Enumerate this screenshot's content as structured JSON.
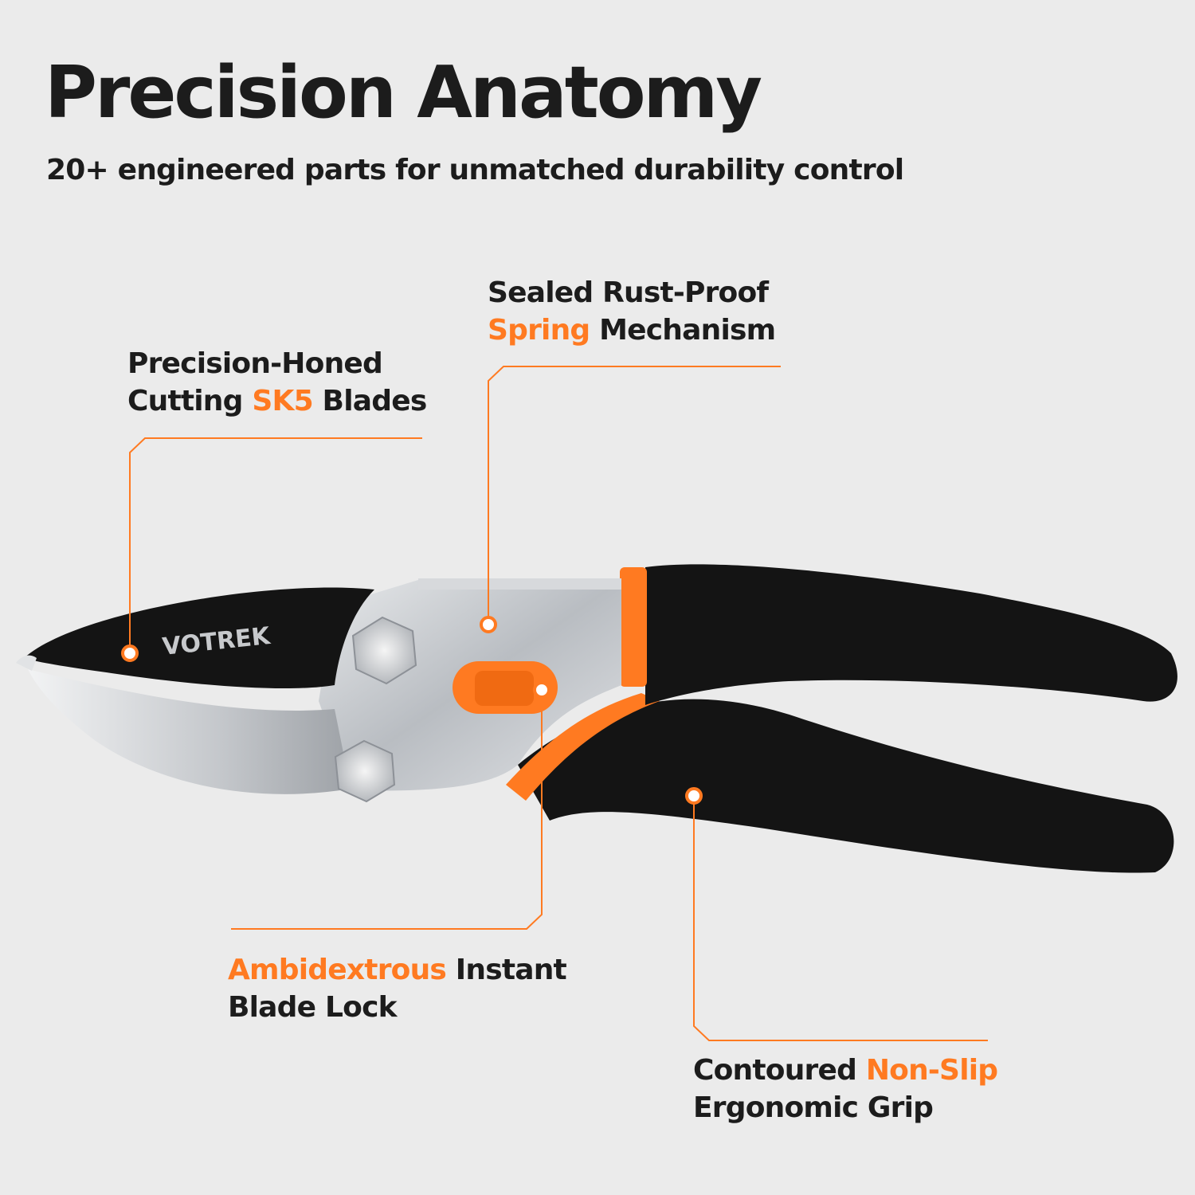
{
  "header": {
    "title": "Precision Anatomy",
    "subtitle": "20+ engineered parts for unmatched durability control"
  },
  "brand_logo": "VOTREK",
  "callouts": {
    "blades": {
      "line1": "Precision-Honed",
      "line2_pre": "Cutting ",
      "line2_accent": "SK5",
      "line2_post": " Blades"
    },
    "spring": {
      "line1": "Sealed Rust-Proof",
      "line2_accent": "Spring",
      "line2_post": " Mechanism"
    },
    "lock": {
      "line1_accent": "Ambidextrous",
      "line1_post": " Instant",
      "line2": "Blade Lock"
    },
    "grip": {
      "line1_pre": "Contoured ",
      "line1_accent": "Non-Slip",
      "line2": "Ergonomic Grip"
    }
  },
  "colors": {
    "accent": "#ff7a21",
    "background": "#ebebeb",
    "handle": "#141414",
    "steel": "#c9ccd0"
  }
}
